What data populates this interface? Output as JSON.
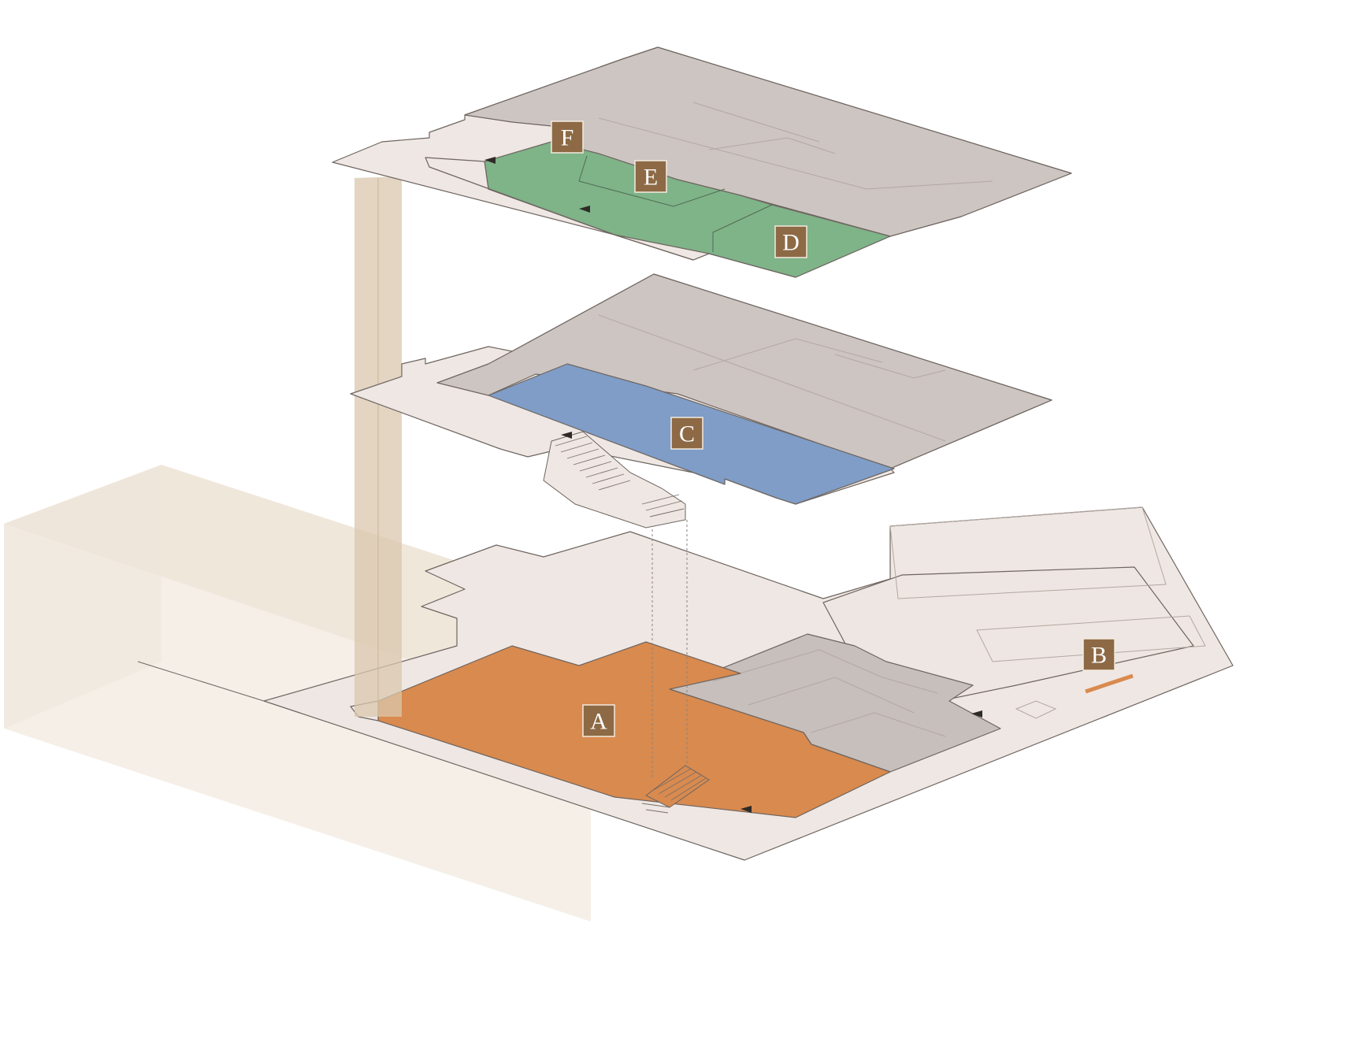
{
  "diagram": {
    "type": "exploded isometric floor plan",
    "floors": [
      {
        "level": "upper",
        "zones": [
          {
            "id": "F",
            "label": "F",
            "color": "#7fb388"
          },
          {
            "id": "E",
            "label": "E",
            "color": "#7fb388"
          },
          {
            "id": "D",
            "label": "D",
            "color": "#7fb388"
          }
        ]
      },
      {
        "level": "middle",
        "zones": [
          {
            "id": "C",
            "label": "C",
            "color": "#7f9dc7"
          }
        ]
      },
      {
        "level": "ground",
        "zones": [
          {
            "id": "A",
            "label": "A",
            "color": "#d98a4e"
          },
          {
            "id": "B",
            "label": "B",
            "color": "#d98a4e"
          }
        ]
      }
    ],
    "colors": {
      "upper_highlight": "#7fb388",
      "middle_highlight": "#7f9dc7",
      "ground_highlight": "#d98a4e",
      "label_background": "#8d6a45",
      "label_text": "#ffffff",
      "inactive_floor": "#cdc5c2",
      "floor_base": "#efe8e4",
      "adjacent_building": "#e8dccb"
    }
  }
}
